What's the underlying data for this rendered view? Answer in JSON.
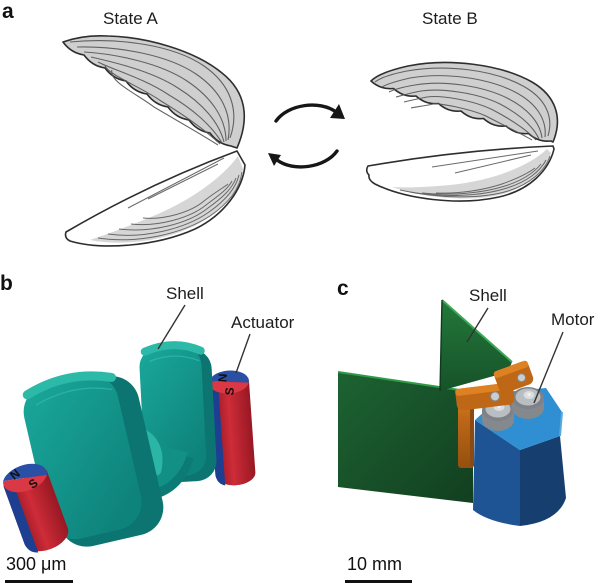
{
  "figure": {
    "panel_a": {
      "label": "a",
      "state_a_title": "State A",
      "state_b_title": "State B"
    },
    "panel_b": {
      "label": "b",
      "shell_label": "Shell",
      "actuator_label": "Actuator",
      "scale_label": "300 μm",
      "magnet_north": "N",
      "magnet_south": "S"
    },
    "panel_c": {
      "label": "c",
      "shell_label": "Shell",
      "motor_label": "Motor",
      "scale_label": "10 mm"
    },
    "colors": {
      "teal_front": "#12968c",
      "teal_top": "#2cb9a8",
      "teal_side": "#0c7571",
      "magnet_red": "#ce2c38",
      "magnet_blue": "#2a50a5",
      "plate_green_dark": "#1a5a2d",
      "plate_green_light": "#1e6e33",
      "bracket_orange": "#bd6717",
      "motor_gray": "#b9bec2",
      "body_blue": "#1e5494",
      "body_blue_top": "#2f8fd2",
      "ink": "#1a1a1a"
    }
  }
}
